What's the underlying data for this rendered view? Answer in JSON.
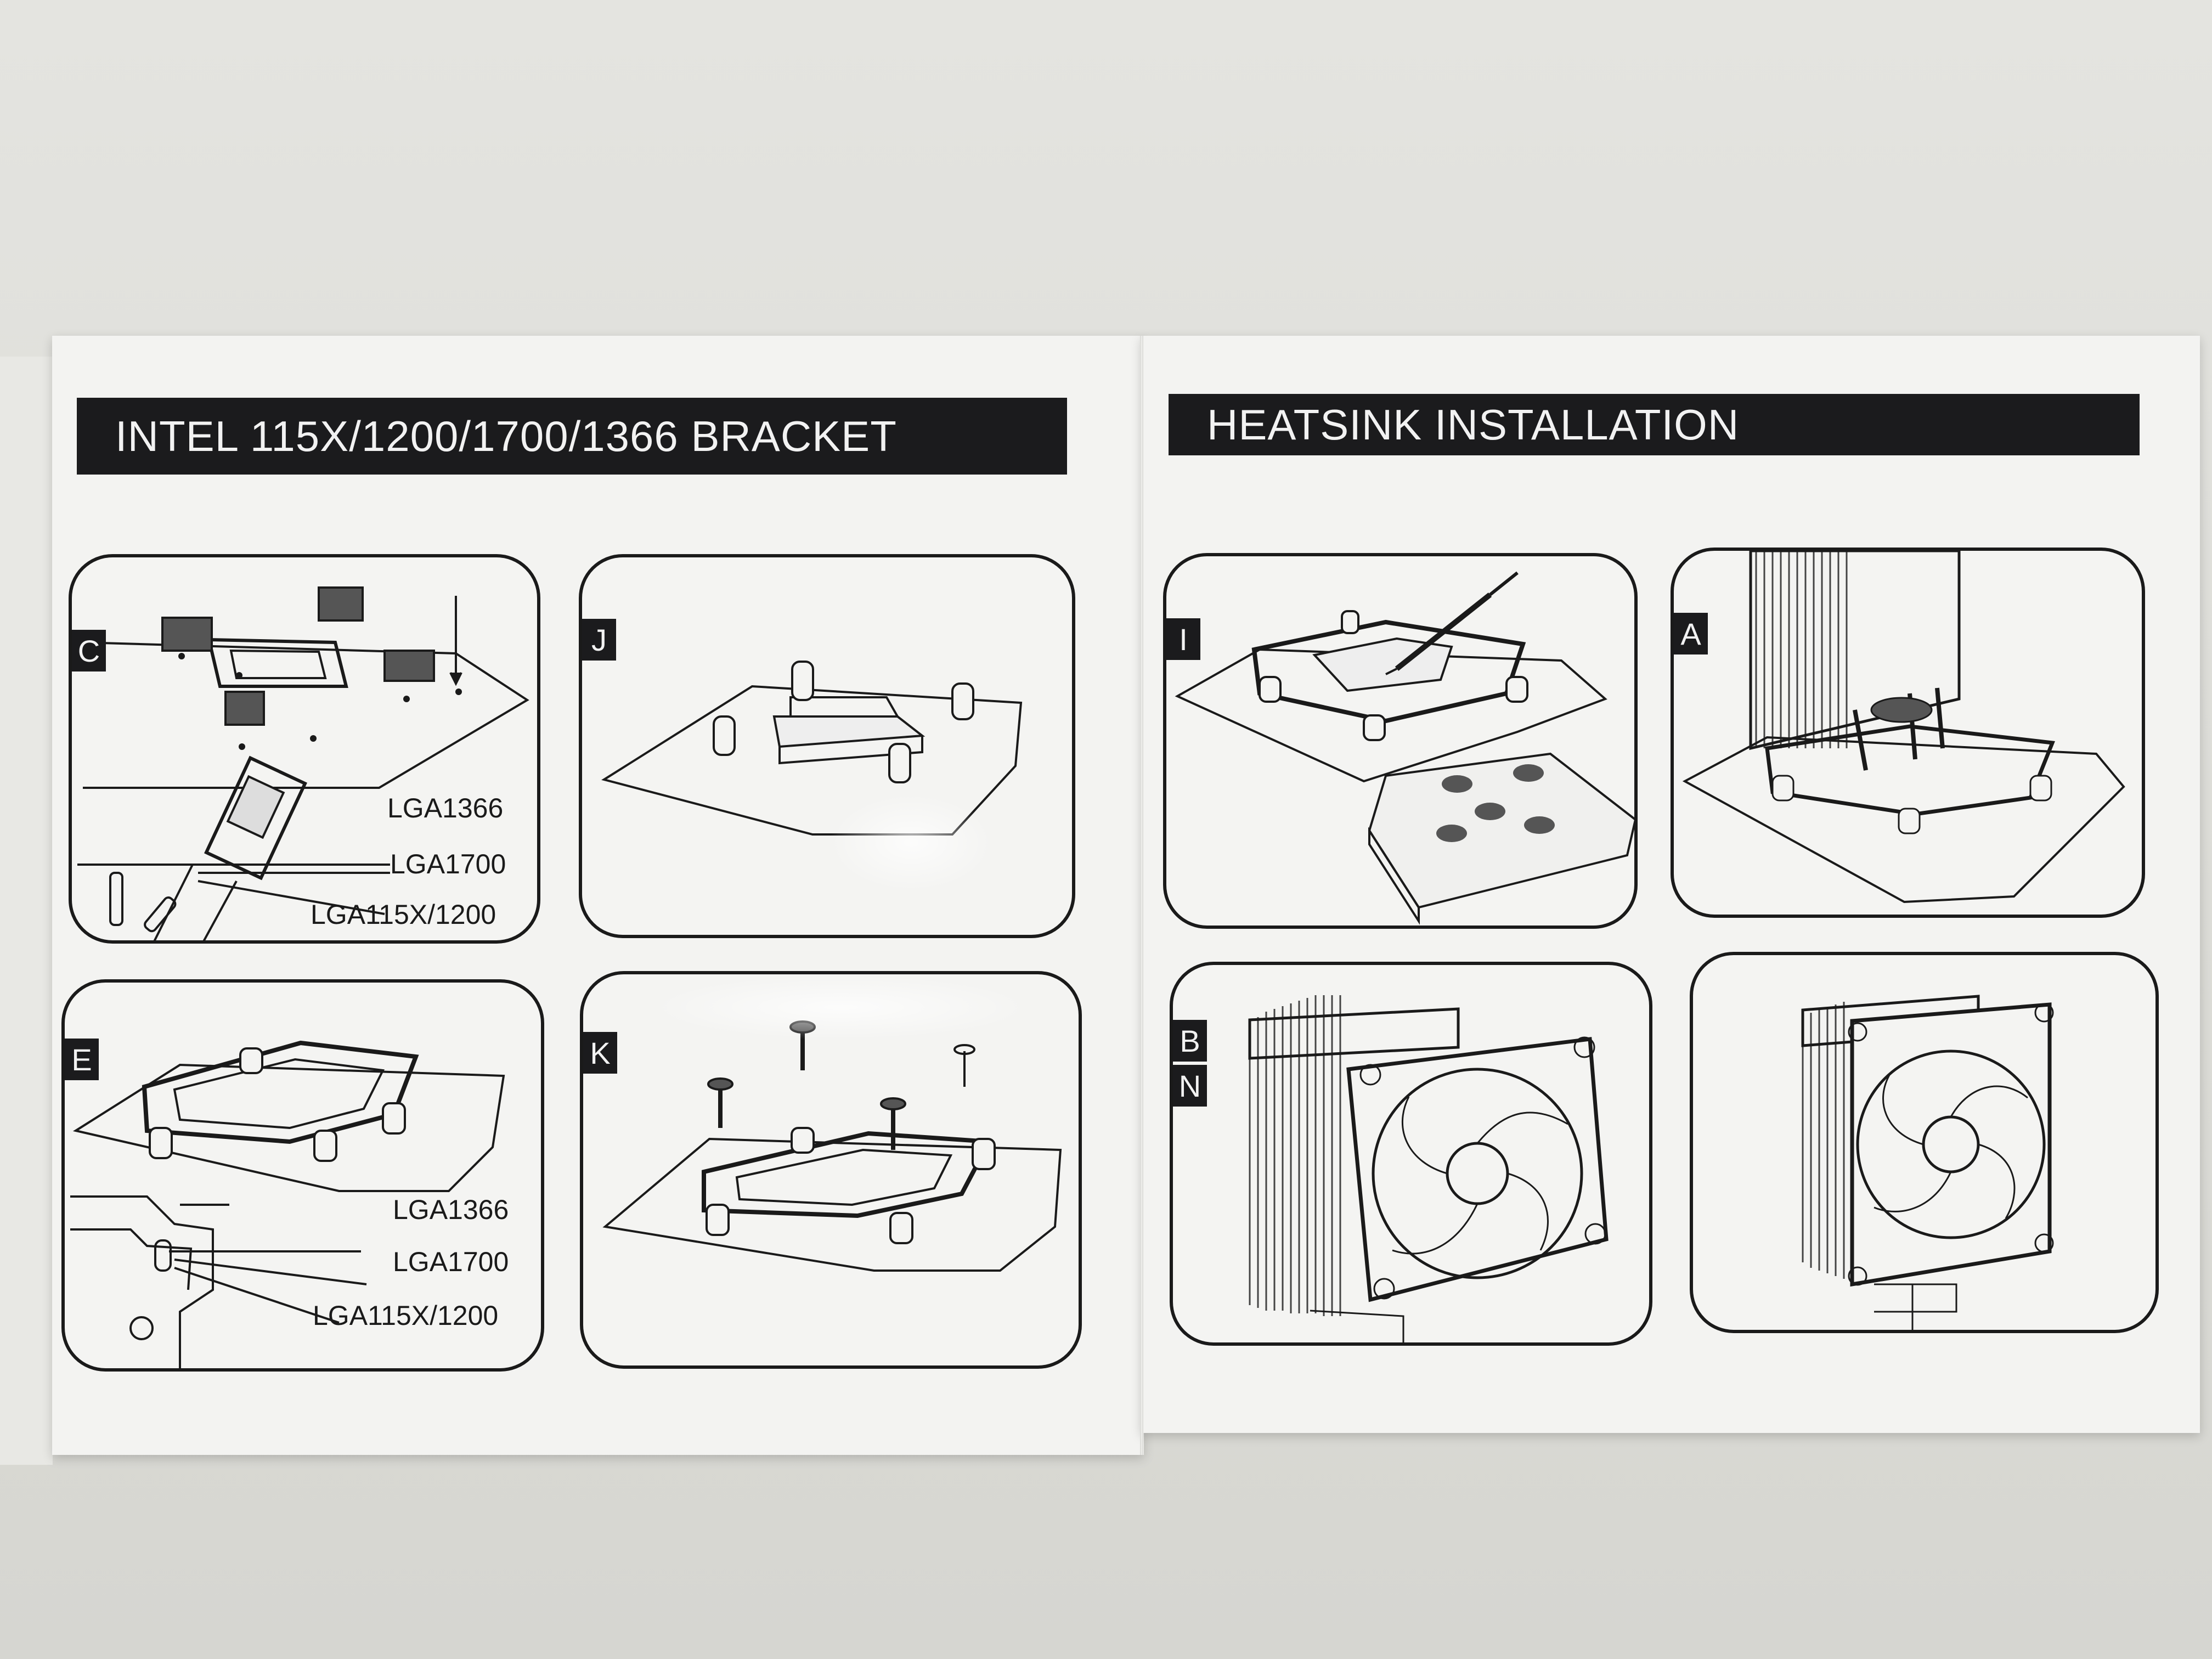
{
  "left_page": {
    "title": "INTEL 115X/1200/1700/1366 BRACKET",
    "panels": [
      {
        "step": "C",
        "sockets": [
          "LGA1366",
          "LGA1700",
          "LGA115X/1200"
        ]
      },
      {
        "step": "J"
      },
      {
        "step": "E",
        "sockets": [
          "LGA1366",
          "LGA1700",
          "LGA115X/1200"
        ]
      },
      {
        "step": "K"
      }
    ]
  },
  "right_page": {
    "title": "HEATSINK INSTALLATION",
    "panels": [
      {
        "step": "I"
      },
      {
        "step": "A"
      },
      {
        "steps": [
          "B",
          "N"
        ]
      },
      {
        "step": ""
      }
    ]
  },
  "colors": {
    "banner": "#1b1b1d",
    "paper": "#f3f3f1",
    "ink": "#1a1a1a"
  }
}
